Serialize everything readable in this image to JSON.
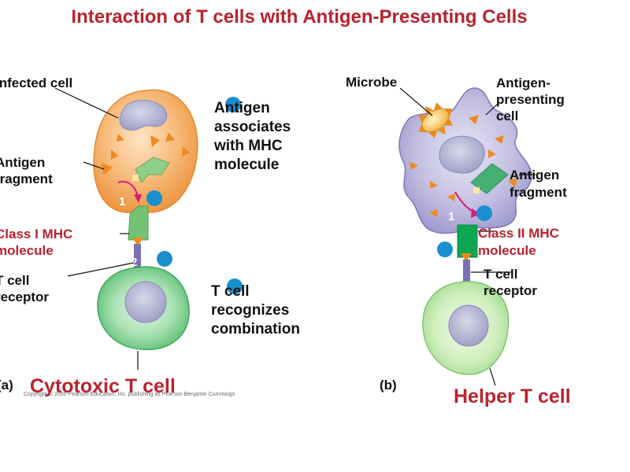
{
  "title": "Interaction of T cells with Antigen-Presenting Cells",
  "panel_a": {
    "letter": "(a)",
    "infected_cell": "Infected cell",
    "antigen_fragment": [
      "Antigen",
      "fragment"
    ],
    "mhc": [
      "Class I MHC",
      "molecule"
    ],
    "tcr": [
      "T cell",
      "receptor"
    ],
    "step1_text": [
      "Antigen",
      "associates",
      "with MHC",
      "molecule"
    ],
    "step2_text": [
      "T cell",
      "recognizes",
      "combination"
    ],
    "step1": "1",
    "step2": "2",
    "cell_name": "Cytotoxic T cell",
    "copyright": "Copyright © 2005 Pearson Education, Inc. publishing as Pearson Benjamin Cummings"
  },
  "panel_b": {
    "letter": "(b)",
    "microbe": "Microbe",
    "apc": [
      "Antigen-",
      "presenting",
      "cell"
    ],
    "antigen_fragment": [
      "Antigen",
      "fragment"
    ],
    "mhc": [
      "Class II MHC",
      "molecule"
    ],
    "tcr": [
      "T cell",
      "receptor"
    ],
    "step1": "1",
    "cell_name": "Helper T cell"
  },
  "colors": {
    "title": "#b8232f",
    "infected_cell": "#f4a45a",
    "apc": "#b9b4dc",
    "t_cell": "#7dcf8c",
    "class1_mhc": "#74c374",
    "class2_mhc": "#0da653",
    "tcr": "#7b70b4",
    "antigen": "#ef8a1e",
    "arrow": "#e0197d",
    "step_circle": "#1a8fd0"
  }
}
